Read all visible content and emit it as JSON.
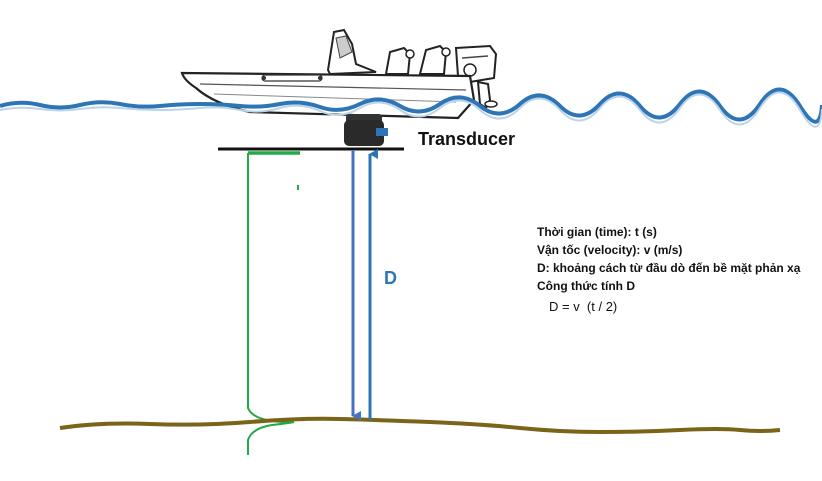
{
  "labels": {
    "transducer": "Transducer",
    "distance": "D"
  },
  "legend": {
    "time": "Thời gian (time): t (s)",
    "velocity": "Vận tốc (velocity): v (m/s)",
    "distance": "D: khoảng cách từ đầu dò đến bề mặt phản xạ",
    "formula_title": "Công thức tính D",
    "formula": "D = v  (t / 2)"
  },
  "colors": {
    "water": "#2e75b6",
    "seabed": "#7a6418",
    "echo": "#22aa44",
    "down_arrow": "#4472c4",
    "up_arrow": "#2e75b6",
    "boat_hull": "#ffffff",
    "outline": "#222222"
  }
}
